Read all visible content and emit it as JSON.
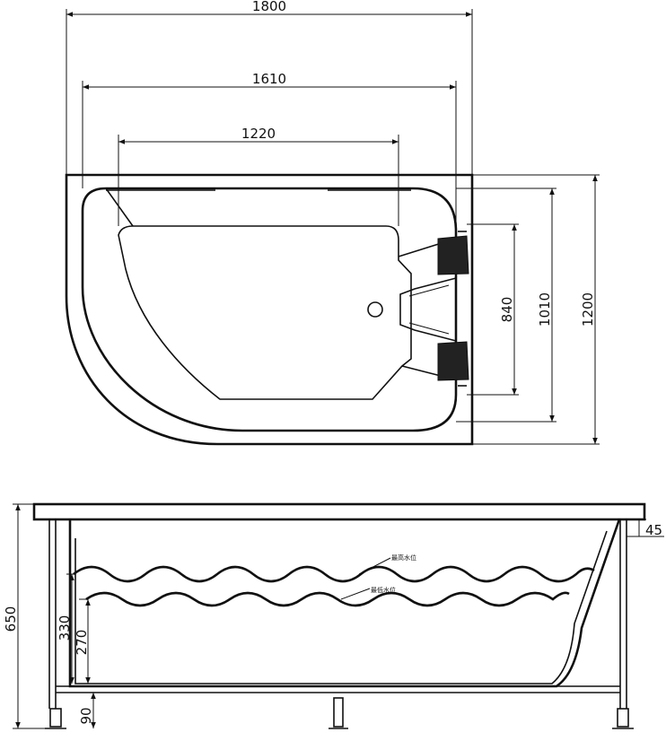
{
  "plan_view": {
    "dimensions": {
      "overall_length": "1800",
      "inner_length": "1610",
      "floor_length": "1220",
      "overall_width": "1200",
      "inner_width": "1010",
      "floor_width": "840"
    }
  },
  "side_view": {
    "dimensions": {
      "height": "650",
      "rim_thickness": "45",
      "max_water_level": "330",
      "min_water_level": "270",
      "leg_height": "90"
    },
    "labels": {
      "max_water_label": "最高水位",
      "min_water_label": "最低水位"
    }
  }
}
